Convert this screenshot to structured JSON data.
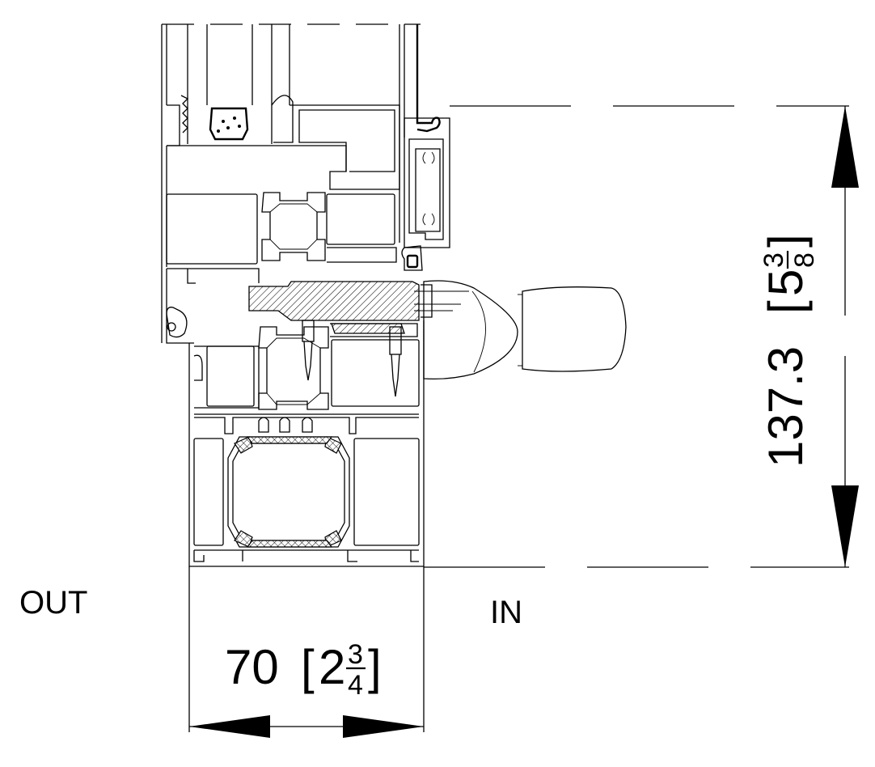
{
  "labels": {
    "outside": "OUT",
    "inside": "IN"
  },
  "dimensions": {
    "width": {
      "value": "70",
      "open_bracket": "[",
      "whole": "2",
      "numerator": "3",
      "denominator": "4",
      "close_bracket": "]"
    },
    "height": {
      "value": "137.3",
      "open_bracket": "[",
      "whole": "5",
      "numerator": "3",
      "denominator": "8",
      "close_bracket": "]"
    }
  },
  "colors": {
    "ink": "#000000",
    "paper": "#ffffff"
  }
}
